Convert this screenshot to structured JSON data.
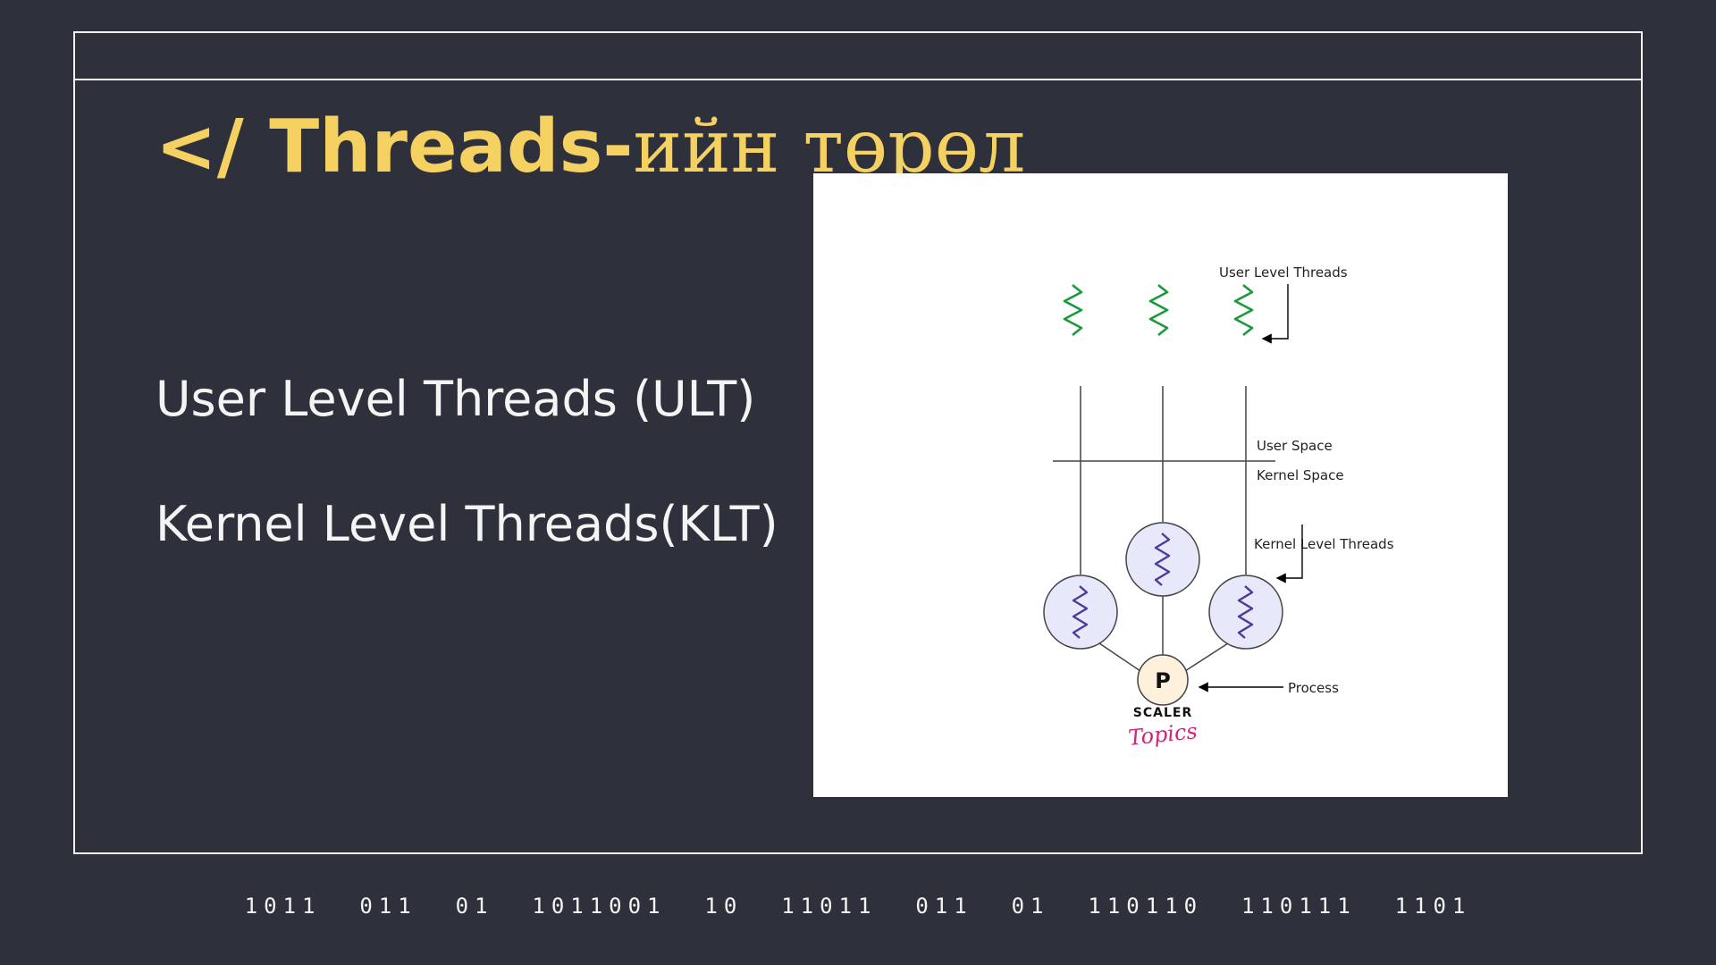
{
  "slide": {
    "title_prefix": "</ Threads-",
    "title_suffix": "ийн төрөл",
    "items": [
      "User Level Threads (ULT)",
      "Kernel Level Threads(KLT)"
    ],
    "binary_footer": "1011  011  01  1011001  10  11011  011  01  110110  110111  1101"
  },
  "diagram": {
    "label_user_level_threads": "User Level Threads",
    "label_user_space": "User Space",
    "label_kernel_space": "Kernel Space",
    "label_kernel_level_threads": "Kernel Level Threads",
    "label_process": "Process",
    "process_node": "P",
    "logo_top": "SCALER",
    "logo_bottom": "Topics"
  },
  "colors": {
    "background": "#2e313b",
    "title": "#f5d162",
    "user_thread": "#1a9a3a",
    "kernel_thread": "#4a3d99",
    "kernel_circle_fill": "#e8e8fb",
    "process_fill": "#fdf1dc",
    "logo_pink": "#d6217c"
  }
}
